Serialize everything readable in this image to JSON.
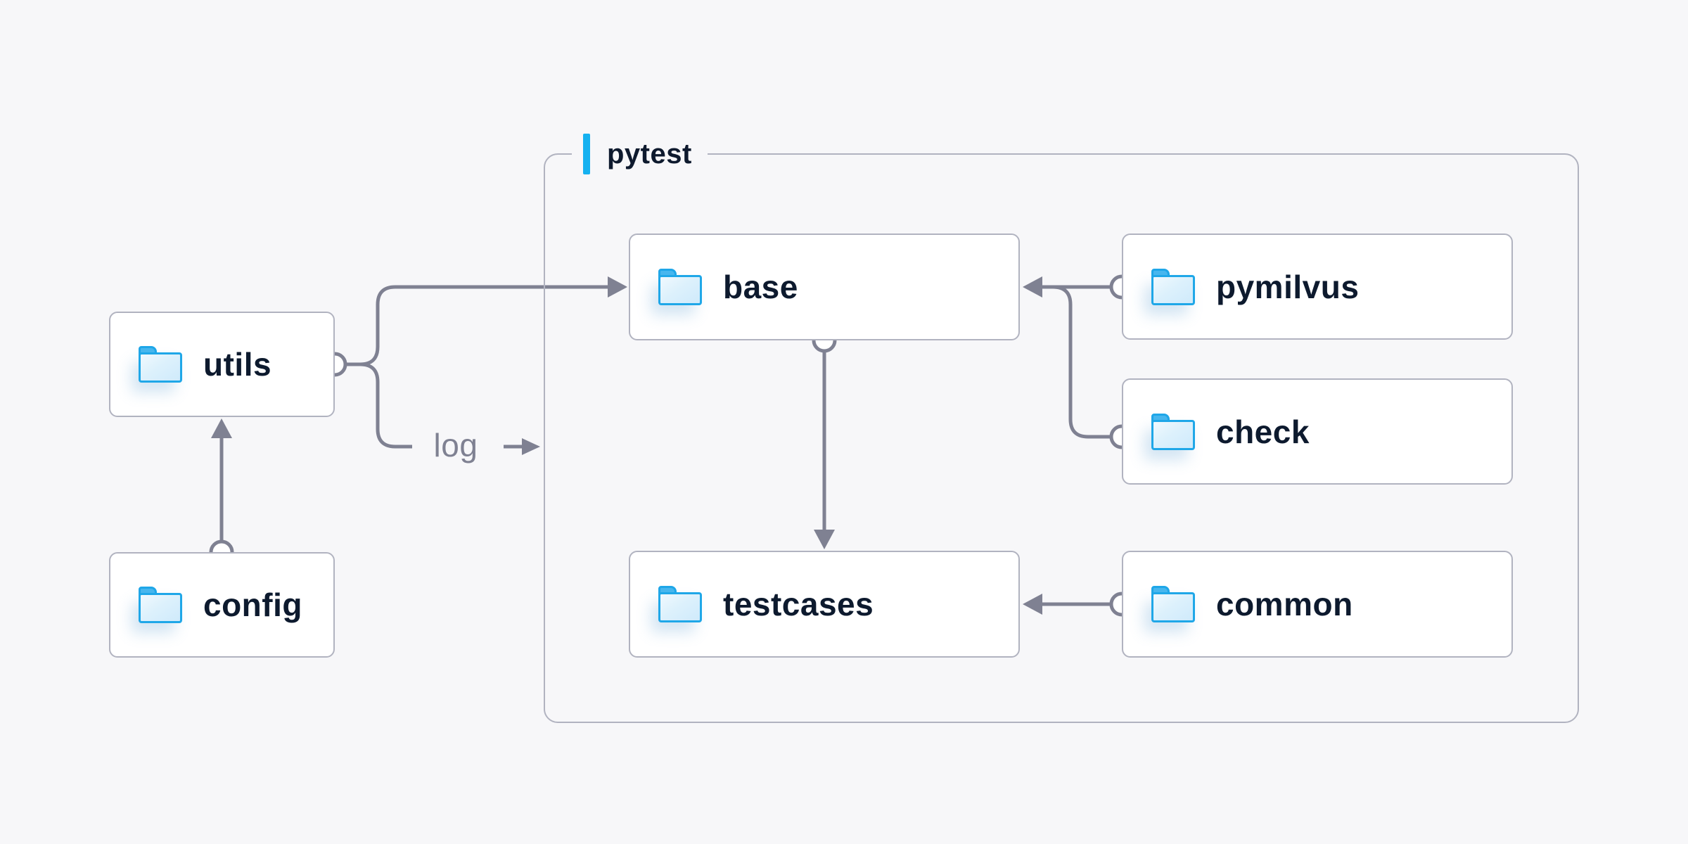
{
  "diagram": {
    "background_color": "#f7f7f9",
    "container": {
      "label": "pytest",
      "accent_color": "#15b1f0",
      "border_color": "#b1b3c0"
    },
    "nodes": [
      {
        "id": "utils",
        "label": "utils",
        "icon": "folder-icon",
        "inside_container": false
      },
      {
        "id": "config",
        "label": "config",
        "icon": "folder-icon",
        "inside_container": false
      },
      {
        "id": "base",
        "label": "base",
        "icon": "folder-icon",
        "inside_container": true
      },
      {
        "id": "testcases",
        "label": "testcases",
        "icon": "folder-icon",
        "inside_container": true
      },
      {
        "id": "pymilvus",
        "label": "pymilvus",
        "icon": "folder-icon",
        "inside_container": true
      },
      {
        "id": "check",
        "label": "check",
        "icon": "folder-icon",
        "inside_container": true
      },
      {
        "id": "common",
        "label": "common",
        "icon": "folder-icon",
        "inside_container": true
      }
    ],
    "edges": [
      {
        "from": "config",
        "to": "utils",
        "label": ""
      },
      {
        "from": "utils",
        "to": "base",
        "label": ""
      },
      {
        "from": "utils",
        "to": "pytest",
        "label": "log"
      },
      {
        "from": "base",
        "to": "testcases",
        "label": ""
      },
      {
        "from": "pymilvus",
        "to": "base",
        "label": ""
      },
      {
        "from": "check",
        "to": "base",
        "label": ""
      },
      {
        "from": "common",
        "to": "testcases",
        "label": ""
      }
    ],
    "edge_label": "log",
    "colors": {
      "wire": "#7f8192",
      "node_border": "#b1b3c0",
      "node_background": "#ffffff",
      "label_text": "#0d1a2e",
      "folder_stroke": "#1fa7e8",
      "folder_tab": "#47b7ef",
      "folder_fill": "#ddf1fc"
    }
  }
}
